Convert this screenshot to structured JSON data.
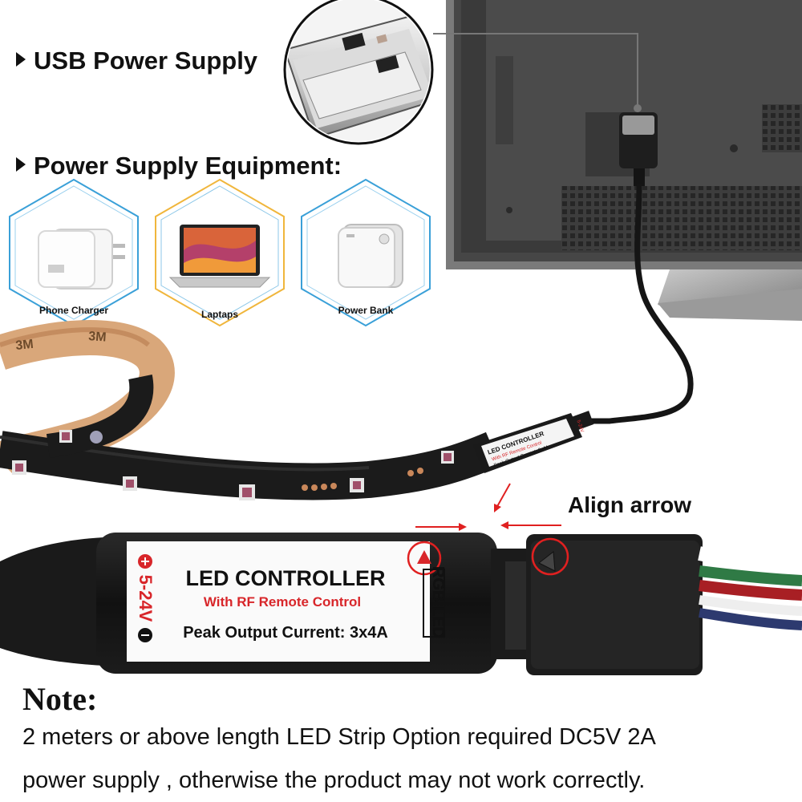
{
  "headings": {
    "usb_power": "USB Power Supply",
    "equipment": "Power Supply Equipment:"
  },
  "devices": [
    {
      "label": "Phone Charger",
      "icon": "phone-charger-icon"
    },
    {
      "label": "Laptaps",
      "icon": "laptop-icon"
    },
    {
      "label": "Power Bank",
      "icon": "power-bank-icon"
    }
  ],
  "tape_text": "3M",
  "small_controller": {
    "title": "LED CONTROLLER",
    "subtitle": "With RF Remote Control",
    "current": "Peak Output Current: 3x4A",
    "voltage": "5-24V"
  },
  "controller": {
    "title": "LED CONTROLLER",
    "subtitle": "With RF Remote Control",
    "current": "Peak Output Current: 3x4A",
    "voltage": "5-24V",
    "rgb": "RGB LED"
  },
  "align_label": "Align arrow",
  "note": {
    "title": "Note:",
    "line1": "2 meters or above length LED Strip Option required DC5V 2A",
    "line2": "power supply , otherwise the product may not work correctly."
  },
  "colors": {
    "hex_border": "#3aa0d8",
    "arrow_red": "#e02020",
    "controller_red": "#d8262a",
    "cable": "#151515"
  }
}
